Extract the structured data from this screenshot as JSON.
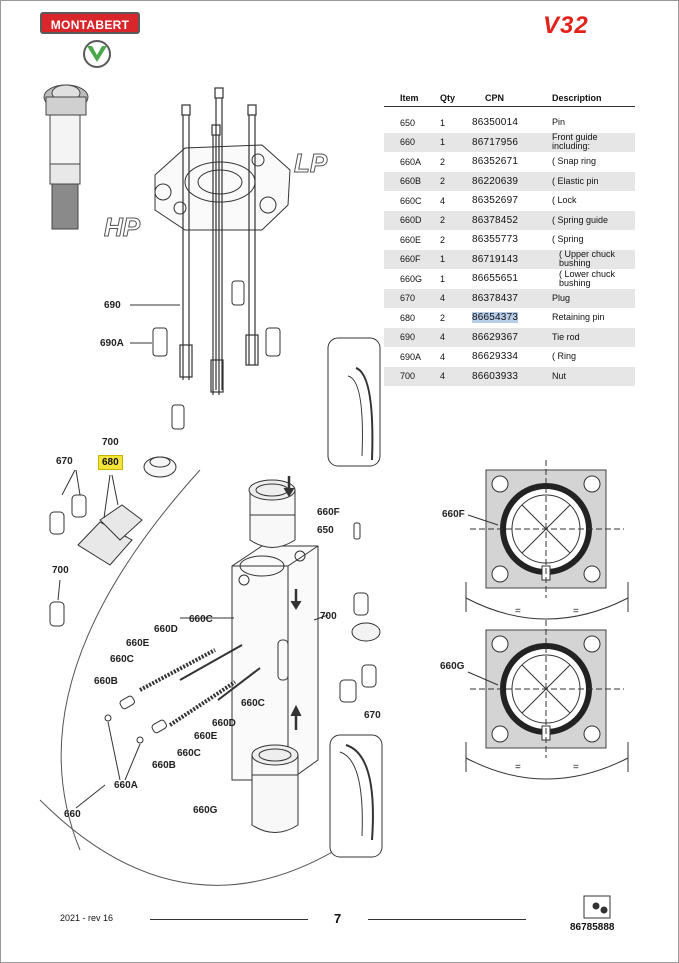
{
  "header": {
    "brand": "MONTABERT",
    "model": "V32"
  },
  "table": {
    "columns": [
      "Item",
      "Qty",
      "CPN",
      "Description"
    ],
    "rows": [
      {
        "item": "650",
        "qty": "1",
        "cpn": "86350014",
        "desc": "Pin"
      },
      {
        "item": "660",
        "qty": "1",
        "cpn": "86717956",
        "desc": "Front guide including:"
      },
      {
        "item": "660A",
        "qty": "2",
        "cpn": "86352671",
        "desc": "( Snap ring"
      },
      {
        "item": "660B",
        "qty": "2",
        "cpn": "86220639",
        "desc": "( Elastic pin"
      },
      {
        "item": "660C",
        "qty": "4",
        "cpn": "86352697",
        "desc": "( Lock"
      },
      {
        "item": "660D",
        "qty": "2",
        "cpn": "86378452",
        "desc": "( Spring guide"
      },
      {
        "item": "660E",
        "qty": "2",
        "cpn": "86355773",
        "desc": "( Spring"
      },
      {
        "item": "660F",
        "qty": "1",
        "cpn": "86719143",
        "desc": "( Upper chuck bushing"
      },
      {
        "item": "660G",
        "qty": "1",
        "cpn": "86655651",
        "desc": "( Lower chuck bushing"
      },
      {
        "item": "670",
        "qty": "4",
        "cpn": "86378437",
        "desc": "Plug"
      },
      {
        "item": "680",
        "qty": "2",
        "cpn": "86654373",
        "desc": "Retaining pin"
      },
      {
        "item": "690",
        "qty": "4",
        "cpn": "86629367",
        "desc": "Tie rod"
      },
      {
        "item": "690A",
        "qty": "4",
        "cpn": "86629334",
        "desc": "( Ring"
      },
      {
        "item": "700",
        "qty": "4",
        "cpn": "86603933",
        "desc": "Nut"
      }
    ],
    "highlighted_cpn_row": 10
  },
  "diagram": {
    "hp_label": "HP",
    "lp_label": "LP",
    "callouts": {
      "c690": "690",
      "c690a": "690A",
      "c700a": "700",
      "c670a": "670",
      "c680": "680",
      "c700b": "700",
      "c660f": "660F",
      "c650": "650",
      "c660d_a": "660D",
      "c660c_a": "660C",
      "c660c_b": "660C",
      "c660e_a": "660E",
      "c660b_a": "660B",
      "c700c": "700",
      "c660c_c": "660C",
      "c660d_b": "660D",
      "c660e_b": "660E",
      "c660c_d": "660C",
      "c660b_b": "660B",
      "c660a": "660A",
      "c660": "660",
      "c670b": "670",
      "c660g": "660G",
      "c660f_side": "660F",
      "c660g_side": "660G",
      "eq1": "=",
      "eq2": "=",
      "eq3": "=",
      "eq4": "="
    }
  },
  "footer": {
    "date_rev": "2021 -  rev 16",
    "page": "7",
    "doc_number": "86785888"
  }
}
